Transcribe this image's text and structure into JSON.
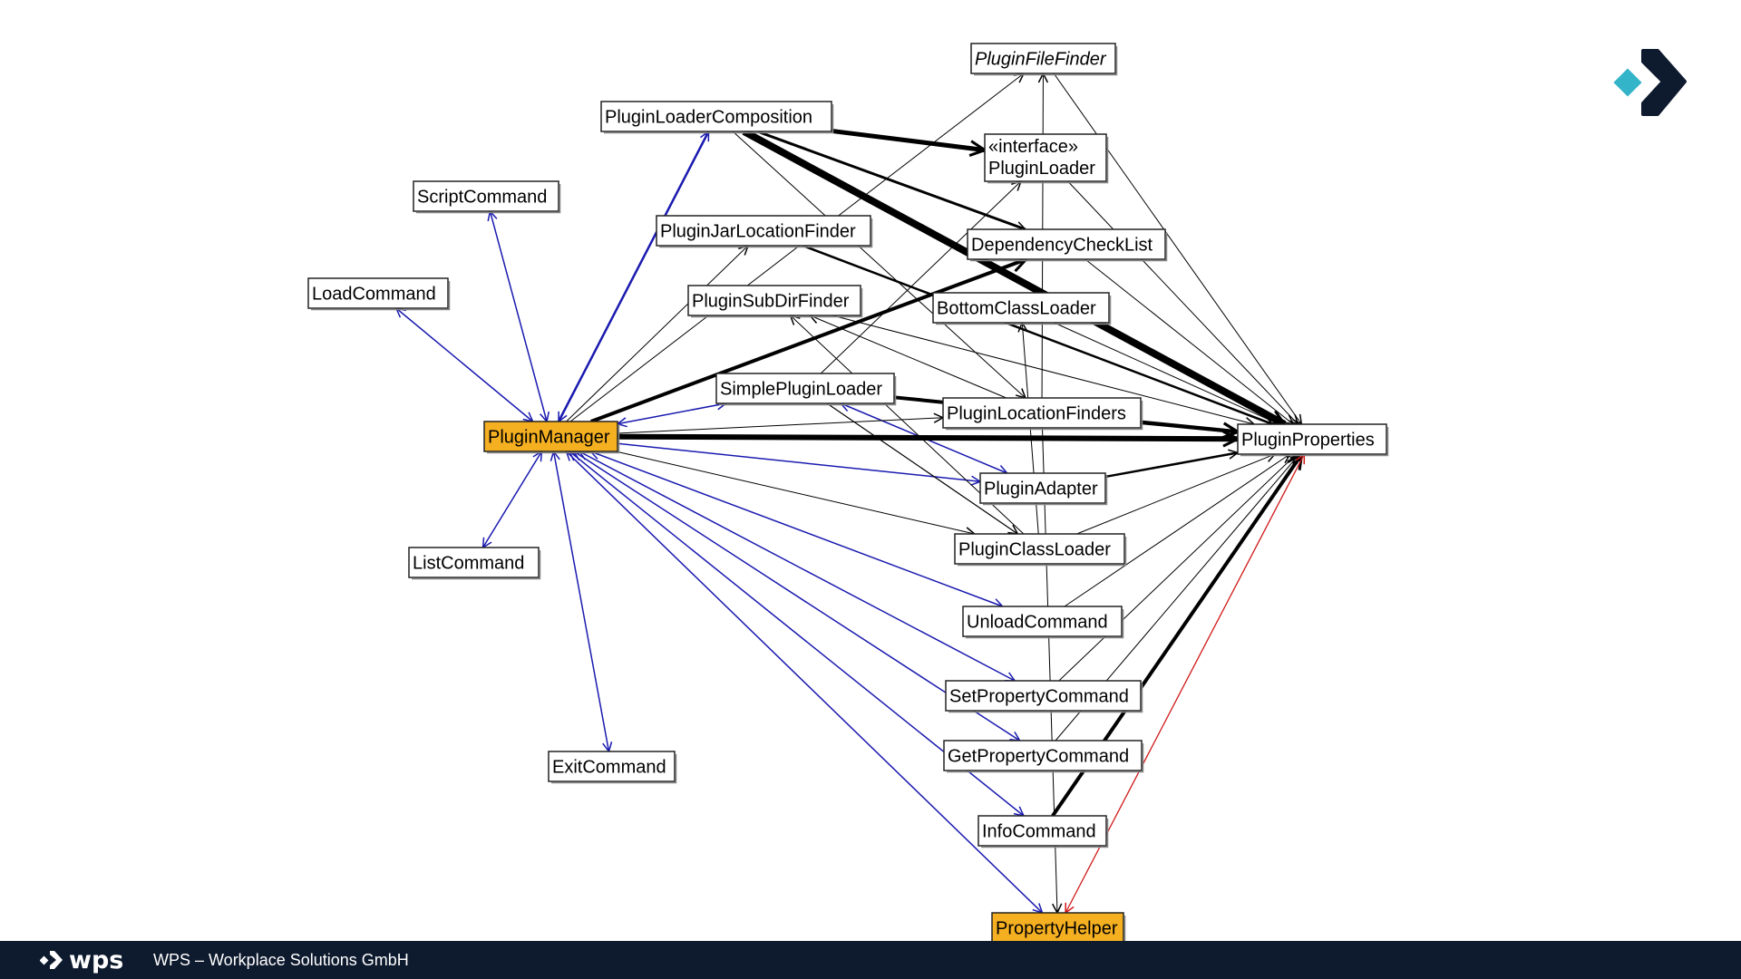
{
  "colors": {
    "highlight": "#f5b021",
    "blue_edge": "#1a1ab0",
    "red_edge": "#d01818",
    "black_edge": "#000000",
    "footer_bg": "#0e1a2e",
    "brand_teal": "#34b4c8",
    "brand_dark": "#0e1a2e"
  },
  "brand": {
    "logo_icon": "wps-arrow-logo-icon"
  },
  "footer": {
    "logo_text": "wps",
    "company": "WPS – Workplace Solutions GmbH"
  },
  "diagram": {
    "nodes": [
      {
        "id": "PluginFileFinder",
        "label": "PluginFileFinder",
        "italic": true
      },
      {
        "id": "PluginLoaderComposition",
        "label": "PluginLoaderComposition"
      },
      {
        "id": "PluginLoader",
        "label": "PluginLoader",
        "stereotype": "«interface»"
      },
      {
        "id": "ScriptCommand",
        "label": "ScriptCommand"
      },
      {
        "id": "PluginJarLocationFinder",
        "label": "PluginJarLocationFinder"
      },
      {
        "id": "DependencyCheckList",
        "label": "DependencyCheckList"
      },
      {
        "id": "LoadCommand",
        "label": "LoadCommand"
      },
      {
        "id": "PluginSubDirFinder",
        "label": "PluginSubDirFinder"
      },
      {
        "id": "BottomClassLoader",
        "label": "BottomClassLoader"
      },
      {
        "id": "SimplePluginLoader",
        "label": "SimplePluginLoader"
      },
      {
        "id": "PluginLocationFinders",
        "label": "PluginLocationFinders"
      },
      {
        "id": "PluginManager",
        "label": "PluginManager",
        "highlight": true
      },
      {
        "id": "PluginProperties",
        "label": "PluginProperties"
      },
      {
        "id": "PluginAdapter",
        "label": "PluginAdapter"
      },
      {
        "id": "PluginClassLoader",
        "label": "PluginClassLoader"
      },
      {
        "id": "ListCommand",
        "label": "ListCommand"
      },
      {
        "id": "UnloadCommand",
        "label": "UnloadCommand"
      },
      {
        "id": "SetPropertyCommand",
        "label": "SetPropertyCommand"
      },
      {
        "id": "GetPropertyCommand",
        "label": "GetPropertyCommand"
      },
      {
        "id": "ExitCommand",
        "label": "ExitCommand"
      },
      {
        "id": "InfoCommand",
        "label": "InfoCommand"
      },
      {
        "id": "PropertyHelper",
        "label": "PropertyHelper",
        "highlight": true
      }
    ],
    "edges": [
      {
        "from": "PluginManager",
        "to": "ScriptCommand",
        "color": "blue",
        "weight": 1.5,
        "bidir": true
      },
      {
        "from": "PluginManager",
        "to": "LoadCommand",
        "color": "blue",
        "weight": 1.5,
        "bidir": true
      },
      {
        "from": "PluginManager",
        "to": "ListCommand",
        "color": "blue",
        "weight": 1.5,
        "bidir": true
      },
      {
        "from": "PluginManager",
        "to": "ExitCommand",
        "color": "blue",
        "weight": 1.5,
        "bidir": true
      },
      {
        "from": "PluginManager",
        "to": "PluginLoaderComposition",
        "color": "blue",
        "weight": 2.5,
        "bidir": true
      },
      {
        "from": "PluginManager",
        "to": "SimplePluginLoader",
        "color": "blue",
        "weight": 1.5,
        "bidir": true
      },
      {
        "from": "PluginManager",
        "to": "PluginAdapter",
        "color": "blue",
        "weight": 1.5,
        "bidir": false
      },
      {
        "from": "PluginManager",
        "to": "UnloadCommand",
        "color": "blue",
        "weight": 1.5,
        "bidir": true
      },
      {
        "from": "PluginManager",
        "to": "SetPropertyCommand",
        "color": "blue",
        "weight": 1.5,
        "bidir": true
      },
      {
        "from": "PluginManager",
        "to": "GetPropertyCommand",
        "color": "blue",
        "weight": 1.5,
        "bidir": true
      },
      {
        "from": "PluginManager",
        "to": "InfoCommand",
        "color": "blue",
        "weight": 1.5,
        "bidir": true
      },
      {
        "from": "PluginManager",
        "to": "PropertyHelper",
        "color": "blue",
        "weight": 1.5,
        "bidir": true
      },
      {
        "from": "SimplePluginLoader",
        "to": "PluginAdapter",
        "color": "blue",
        "weight": 1.5,
        "bidir": true
      },
      {
        "from": "PluginManager",
        "to": "PluginProperties",
        "color": "black",
        "weight": 6,
        "bidir": false
      },
      {
        "from": "PluginManager",
        "to": "DependencyCheckList",
        "color": "black",
        "weight": 4,
        "bidir": false
      },
      {
        "from": "PluginManager",
        "to": "PluginJarLocationFinder",
        "color": "black",
        "weight": 1,
        "bidir": false
      },
      {
        "from": "PluginManager",
        "to": "PluginFileFinder",
        "color": "black",
        "weight": 1,
        "bidir": false
      },
      {
        "from": "PluginManager",
        "to": "PluginLocationFinders",
        "color": "black",
        "weight": 1,
        "bidir": false
      },
      {
        "from": "PluginManager",
        "to": "PluginClassLoader",
        "color": "black",
        "weight": 1,
        "bidir": false
      },
      {
        "from": "PluginLoaderComposition",
        "to": "PluginLoader",
        "color": "black",
        "weight": 5,
        "bidir": false
      },
      {
        "from": "PluginLoaderComposition",
        "to": "PluginProperties",
        "color": "black",
        "weight": 8,
        "bidir": false
      },
      {
        "from": "PluginLoaderComposition",
        "to": "DependencyCheckList",
        "color": "black",
        "weight": 3,
        "bidir": false
      },
      {
        "from": "PluginLoaderComposition",
        "to": "PluginLocationFinders",
        "color": "black",
        "weight": 1,
        "bidir": false
      },
      {
        "from": "PluginJarLocationFinder",
        "to": "PluginProperties",
        "color": "black",
        "weight": 2.5,
        "bidir": false
      },
      {
        "from": "PluginSubDirFinder",
        "to": "PluginProperties",
        "color": "black",
        "weight": 1,
        "bidir": false
      },
      {
        "from": "SimplePluginLoader",
        "to": "PluginLoader",
        "color": "black",
        "weight": 1,
        "bidir": false
      },
      {
        "from": "SimplePluginLoader",
        "to": "PluginProperties",
        "color": "black",
        "weight": 4,
        "bidir": false
      },
      {
        "from": "SimplePluginLoader",
        "to": "PluginClassLoader",
        "color": "black",
        "weight": 1.2,
        "bidir": false
      },
      {
        "from": "PluginClassLoader",
        "to": "BottomClassLoader",
        "color": "black",
        "weight": 1,
        "bidir": false
      },
      {
        "from": "PluginLocationFinders",
        "to": "PluginProperties",
        "color": "black",
        "weight": 4,
        "bidir": false
      },
      {
        "from": "PluginAdapter",
        "to": "PluginProperties",
        "color": "black",
        "weight": 2.5,
        "bidir": false
      },
      {
        "from": "PluginFileFinder",
        "to": "PluginProperties",
        "color": "black",
        "weight": 1,
        "bidir": false
      },
      {
        "from": "PluginLoader",
        "to": "PluginProperties",
        "color": "black",
        "weight": 1,
        "bidir": false
      },
      {
        "from": "DependencyCheckList",
        "to": "PluginProperties",
        "color": "black",
        "weight": 1,
        "bidir": false
      },
      {
        "from": "BottomClassLoader",
        "to": "PluginProperties",
        "color": "black",
        "weight": 1,
        "bidir": false
      },
      {
        "from": "PluginClassLoader",
        "to": "PluginProperties",
        "color": "black",
        "weight": 1,
        "bidir": false
      },
      {
        "from": "UnloadCommand",
        "to": "PluginProperties",
        "color": "black",
        "weight": 1,
        "bidir": false
      },
      {
        "from": "SetPropertyCommand",
        "to": "PluginProperties",
        "color": "black",
        "weight": 1,
        "bidir": false
      },
      {
        "from": "GetPropertyCommand",
        "to": "PluginProperties",
        "color": "black",
        "weight": 1,
        "bidir": false
      },
      {
        "from": "InfoCommand",
        "to": "PluginProperties",
        "color": "black",
        "weight": 4,
        "bidir": false
      },
      {
        "from": "PropertyHelper",
        "to": "PluginProperties",
        "color": "red",
        "weight": 1.3,
        "bidir": true
      },
      {
        "from": "PluginLocationFinders",
        "to": "PropertyHelper",
        "color": "black",
        "weight": 1,
        "bidir": false
      },
      {
        "from": "PluginLocationFinders",
        "to": "PluginFileFinder",
        "color": "black",
        "weight": 1,
        "bidir": false
      },
      {
        "from": "PluginLocationFinders",
        "to": "PluginSubDirFinder",
        "color": "black",
        "weight": 1,
        "bidir": false
      },
      {
        "from": "PluginClassLoader",
        "to": "PluginSubDirFinder",
        "color": "black",
        "weight": 1,
        "bidir": false
      }
    ]
  }
}
